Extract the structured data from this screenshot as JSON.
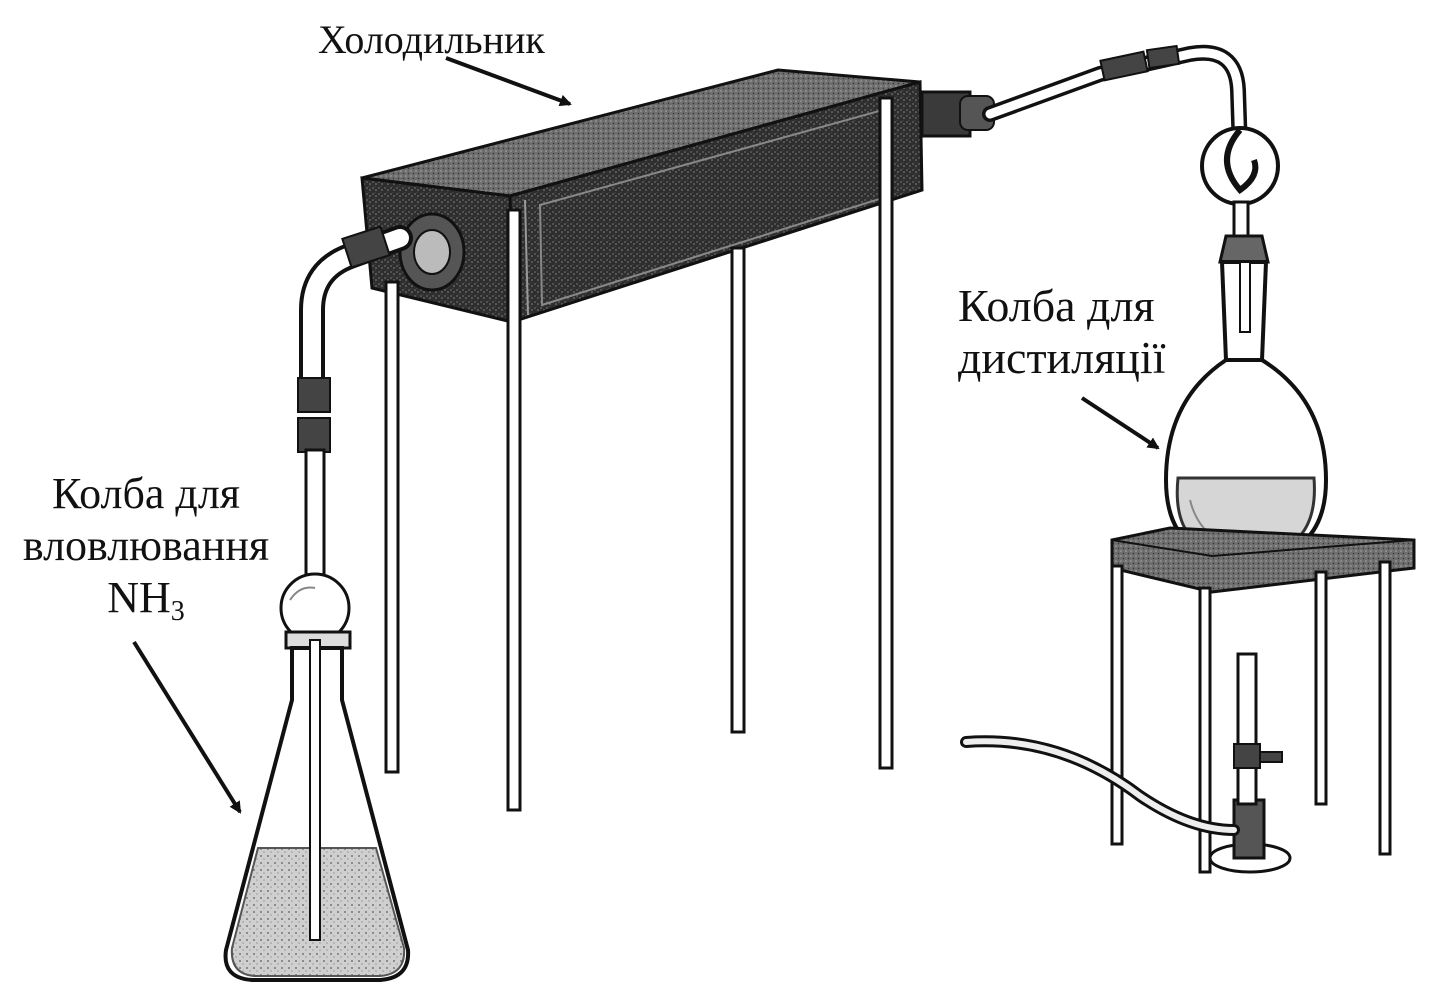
{
  "labels": {
    "condenser": "Холодильник",
    "distillation_flask_line1": "Колба для",
    "distillation_flask_line2": "дистиляції",
    "receiver_flask_line1": "Колба для",
    "receiver_flask_line2": "вловлювання",
    "receiver_flask_formula_main": "NH",
    "receiver_flask_formula_sub": "3"
  },
  "colors": {
    "ink": "#111111",
    "condenser_fill": "#3a3a3a",
    "liquid": "#9a9a9a",
    "glass": "#ffffff"
  }
}
